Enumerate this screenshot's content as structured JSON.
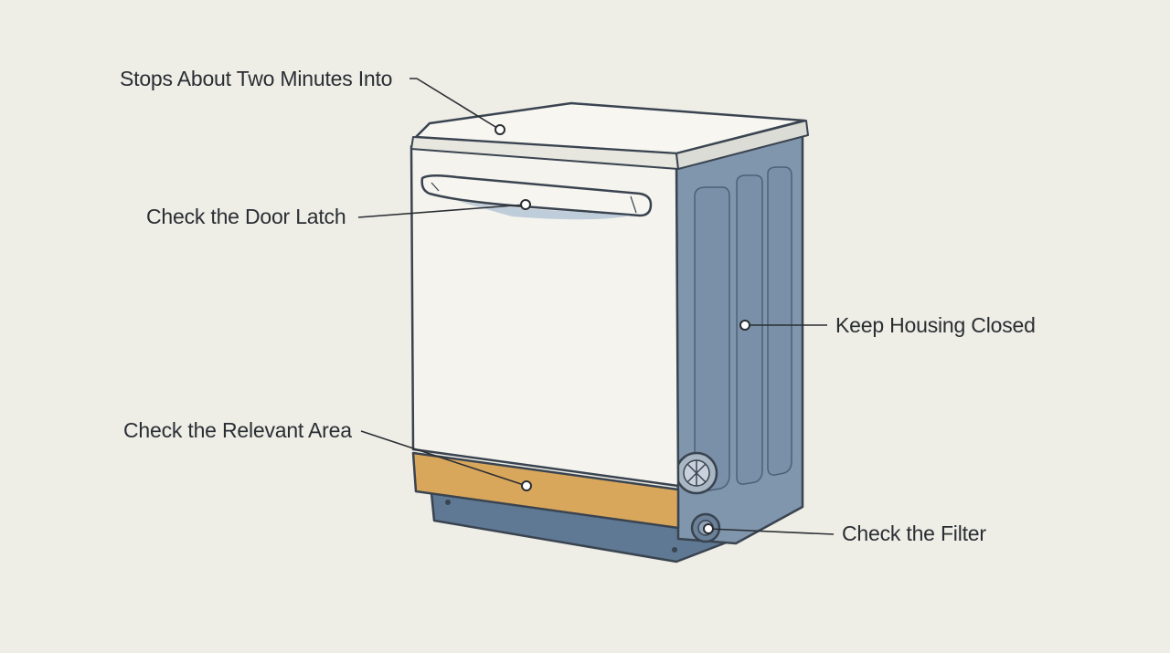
{
  "callouts": {
    "stops_about_two_minutes": "Stops About Two Minutes Into",
    "check_door_latch": "Check the Door Latch",
    "check_relevant_area": "Check the Relevant Area",
    "keep_housing_closed": "Keep Housing Closed",
    "check_filter": "Check the Filter"
  },
  "colors": {
    "background": "#eeede6",
    "front_panel": "#f4f3ed",
    "side_housing": "#8096ad",
    "toe_kick": "#d9a75c",
    "outline": "#3a4450"
  },
  "icons": {
    "appliance": "dishwasher-illustration",
    "callout_marker": "callout-dot-icon"
  }
}
